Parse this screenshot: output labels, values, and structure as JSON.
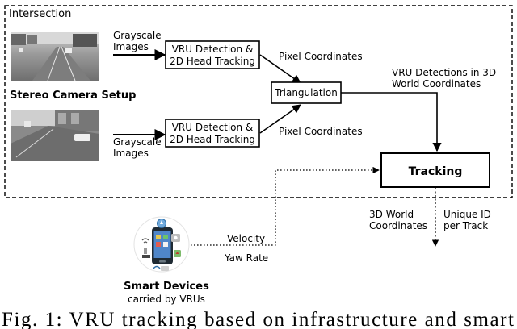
{
  "diagram": {
    "region_label": "Intersection",
    "camera_setup_label": "Stereo Camera Setup",
    "grayscale_top": [
      "Grayscale",
      "Images"
    ],
    "grayscale_bottom": [
      "Grayscale",
      "Images"
    ],
    "detect_top": [
      "VRU Detection &",
      "2D Head Tracking"
    ],
    "detect_bottom": [
      "VRU Detection &",
      "2D Head Tracking"
    ],
    "pixel_top": "Pixel Coordinates",
    "pixel_bottom": "Pixel Coordinates",
    "triangulation": "Triangulation",
    "vru_world": [
      "VRU Detections in 3D",
      "World Coordinates"
    ],
    "tracking": "Tracking",
    "world_out": [
      "3D World",
      "Coordinates"
    ],
    "unique_id": [
      "Unique ID",
      "per Track"
    ],
    "velocity": "Velocity",
    "yaw_rate": "Yaw Rate",
    "smart_devices": "Smart Devices",
    "carried_by": "carried by VRUs"
  },
  "caption": "Fig. 1: VRU tracking based on infrastructure and smart",
  "colors": {
    "stroke": "#000000",
    "phone_body": "#1f2a33",
    "phone_screen": "#4f86c9",
    "asphalt": "#8e8e8e",
    "sky": "#d9d9d9"
  },
  "icons": [
    "camera-image-top",
    "camera-image-bottom",
    "smartphone-icon",
    "compass-icon",
    "wifi-icon",
    "gps-icon",
    "bluetooth-icon"
  ]
}
